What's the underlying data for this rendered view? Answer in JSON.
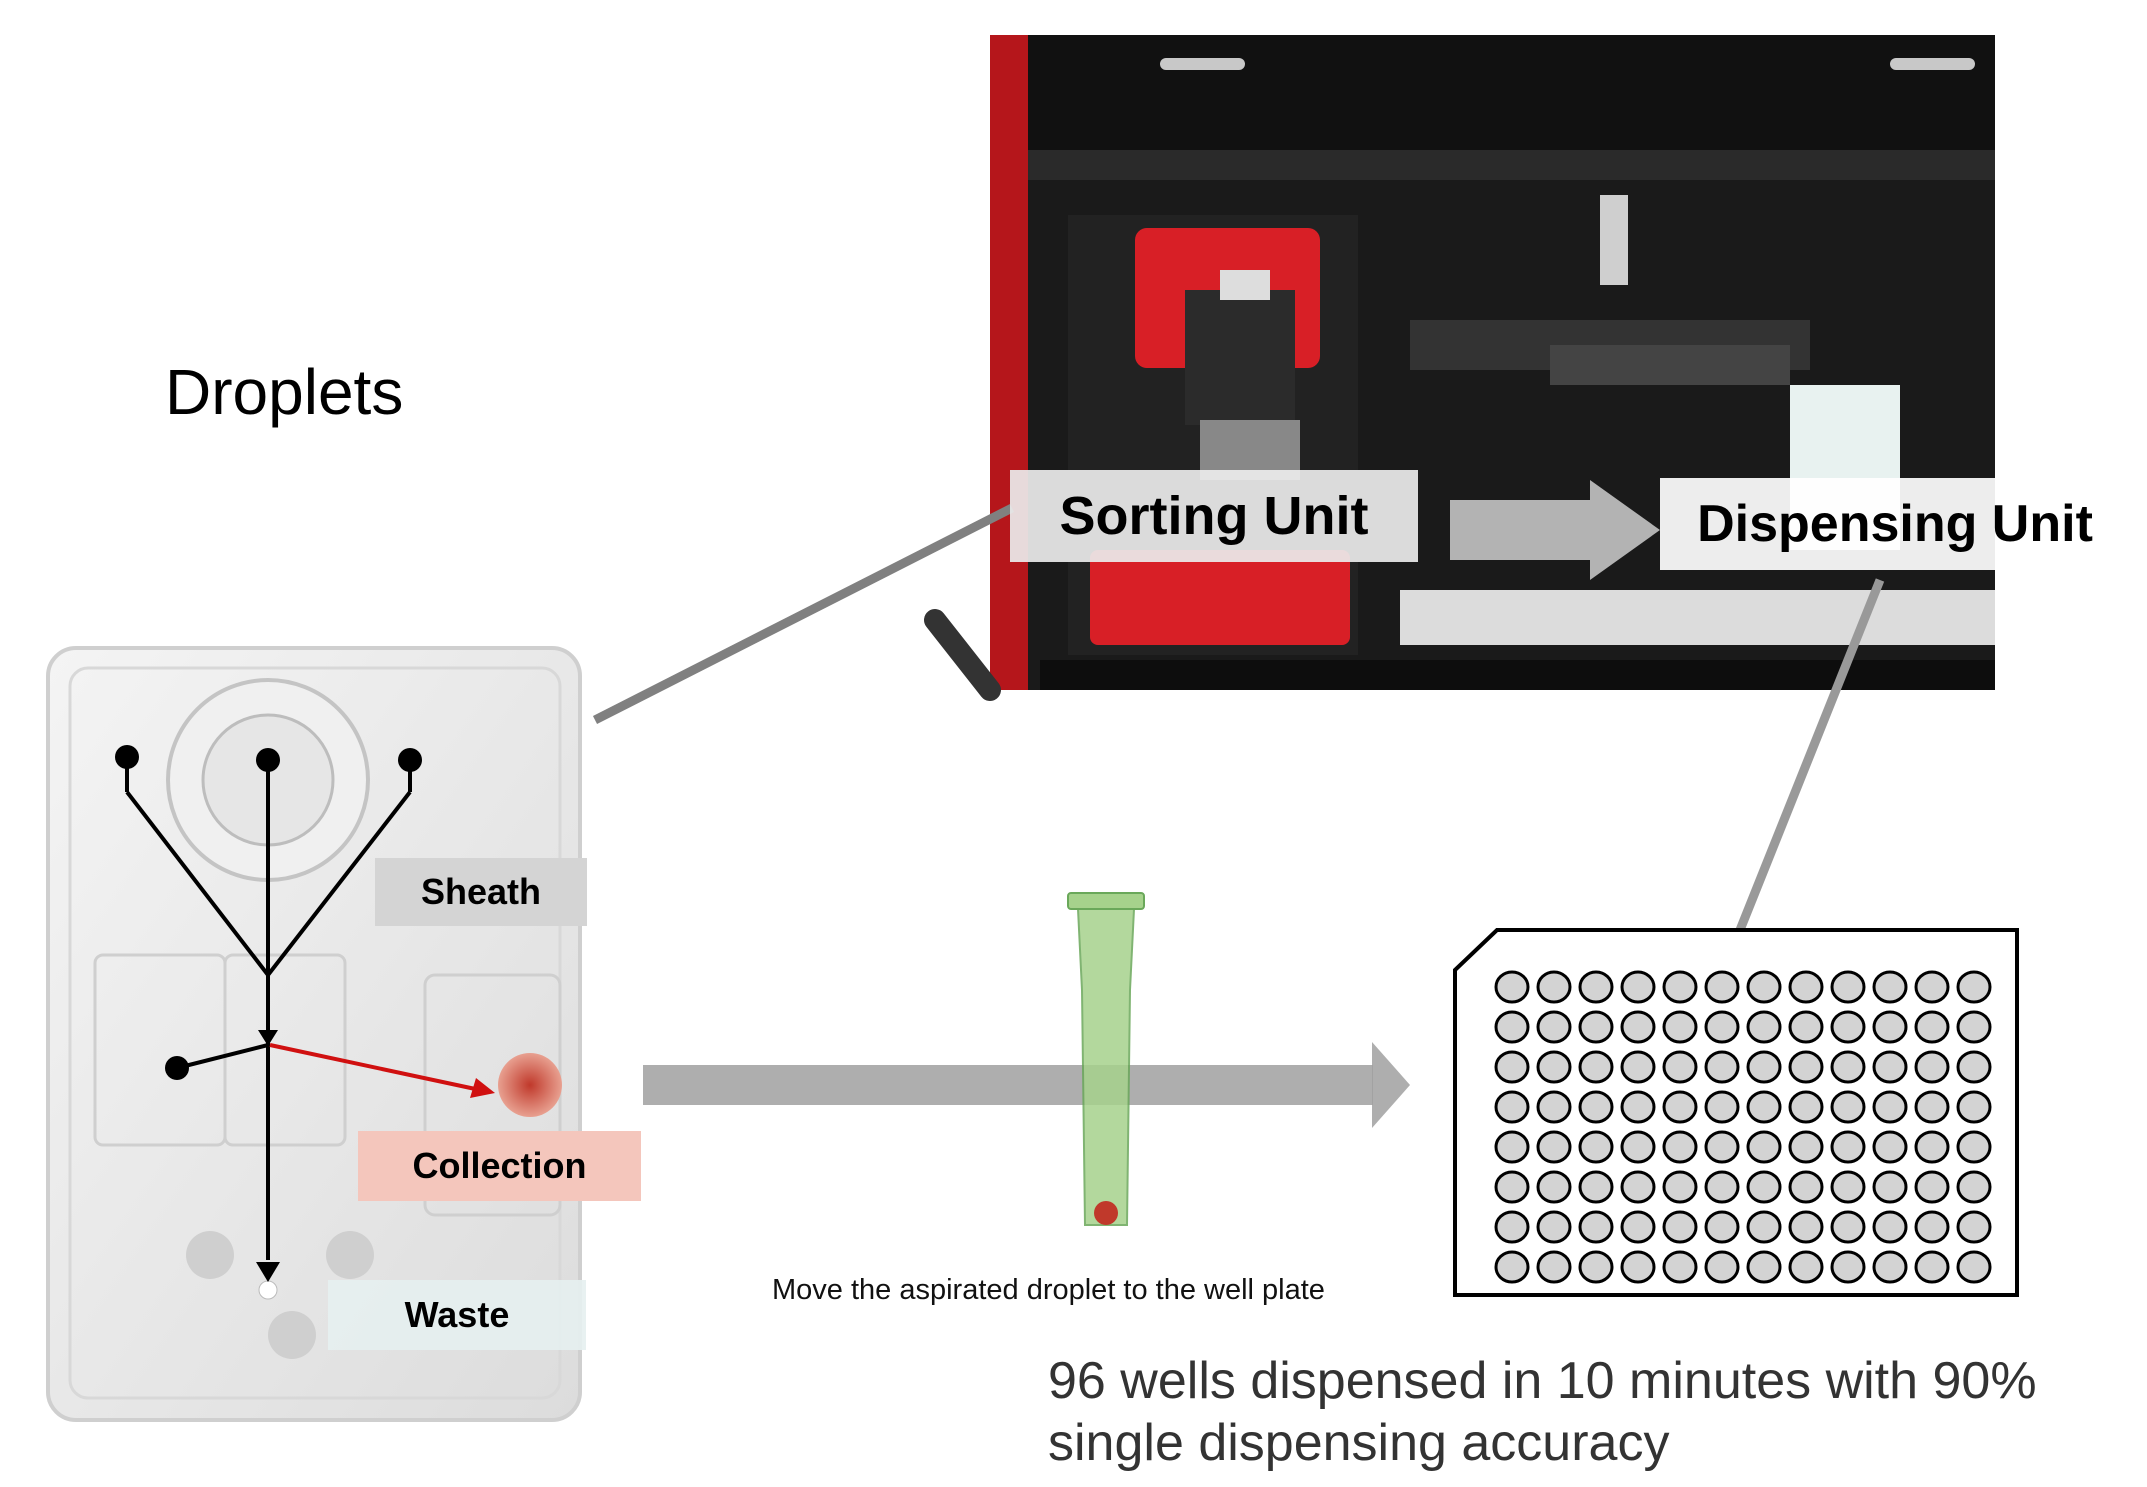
{
  "labels": {
    "droplets_title": "Droplets",
    "sorting_unit": "Sorting Unit",
    "dispensing_unit": "Dispensing Unit",
    "sheath": "Sheath",
    "collection": "Collection",
    "waste": "Waste",
    "move_caption": "Move the aspirated droplet to the well plate",
    "stats_line1": "96 wells dispensed in 10 minutes with 90%",
    "stats_line2": "single dispensing accuracy"
  },
  "well_plate": {
    "rows": 8,
    "columns": 12,
    "total_wells": 96
  },
  "colors": {
    "instrument_red": "#b5161b",
    "tube_green": "#a6d28c",
    "droplet_red": "#c0392b",
    "arrow_gray": "#9e9e9e",
    "collection_bg": "#f4c6bc",
    "sheath_bg": "#d4d4d4"
  }
}
